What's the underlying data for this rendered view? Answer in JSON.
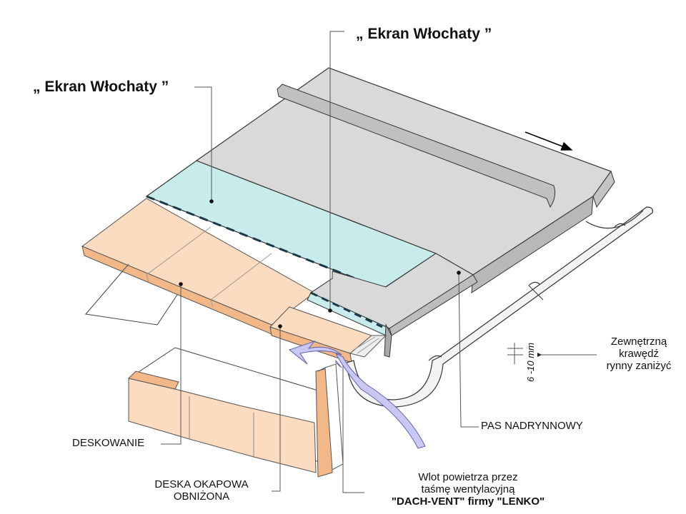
{
  "labels": {
    "ekran_top": "„ Ekran Włochaty ”",
    "ekran_left": "„ Ekran Włochaty ”",
    "zewnetrzna_line1": "Zewnętrzną",
    "zewnetrzna_line2": "krawędź",
    "zewnetrzna_line3": "rynny zaniżyć",
    "dimension": "6 -10 mm",
    "pas_nadrynnowy": "PAS NADRYNNOWY",
    "deskowanie": "DESKOWANIE",
    "deska_line1": "DESKA  OKAPOWA",
    "deska_line2": "OBNIŻONA",
    "wlot_line1": "Wlot powietrza  przez",
    "wlot_line2": "taśmę wentylacyjną",
    "wlot_line3": "\"DACH-VENT\" firmy \"LENKO\""
  },
  "colors": {
    "metal_sheet": "#d9d9d9",
    "membrane": "#c8ecec",
    "boards": "#fbdcc0",
    "board_edge": "#f2b888",
    "airflow": "#c8c8f2",
    "line": "#333333"
  }
}
